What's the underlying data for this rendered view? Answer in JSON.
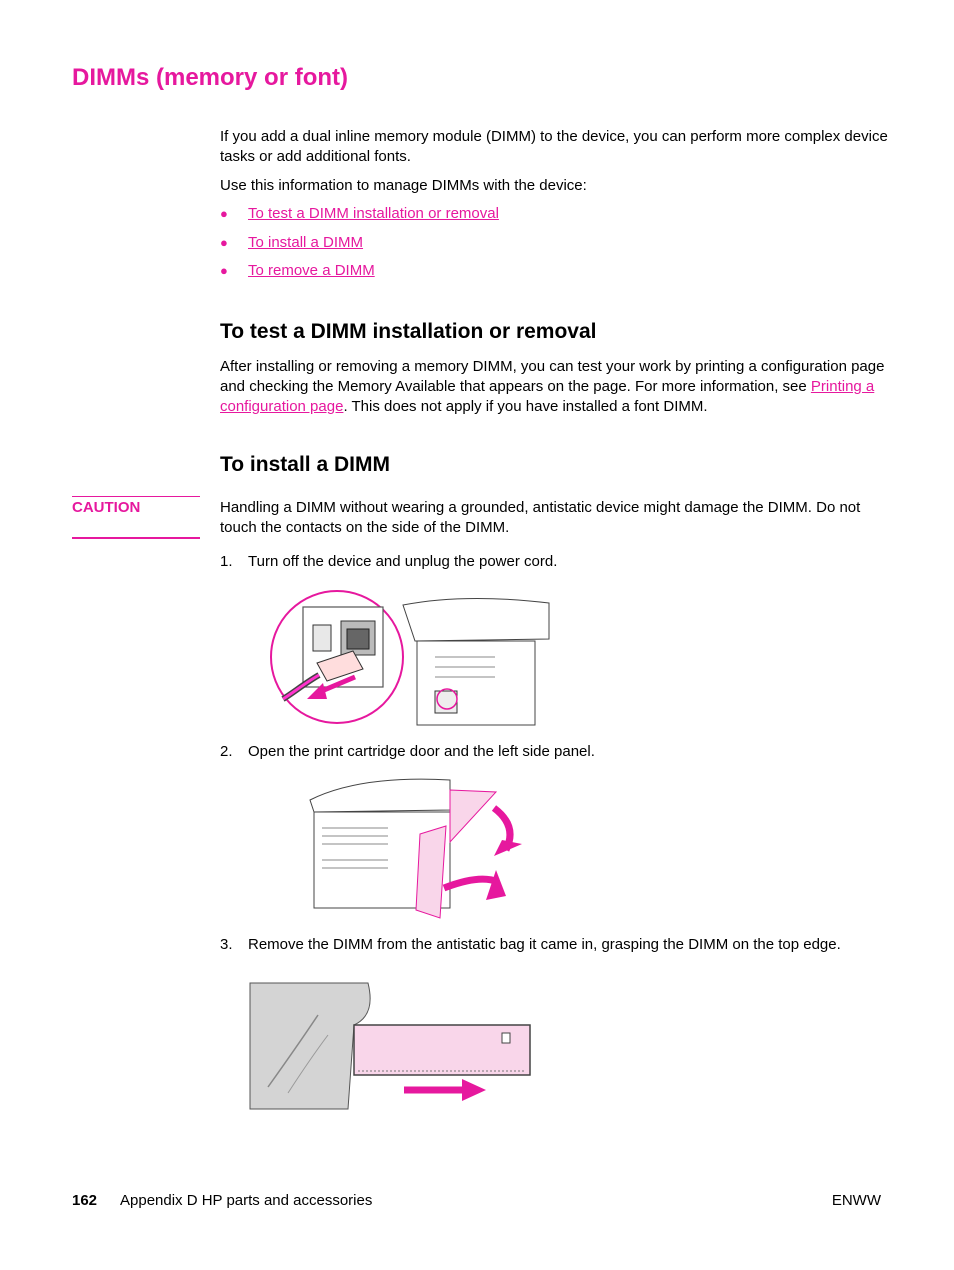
{
  "title": "DIMMs (memory or font)",
  "intro": {
    "p1": "If you add a dual inline memory module (DIMM) to the device, you can perform more complex device tasks or add additional fonts.",
    "p2": "Use this information to manage DIMMs with the device:",
    "bullets": [
      "To test a DIMM installation or removal",
      "To install a DIMM",
      "To remove a DIMM"
    ],
    "bullet_symbol": "●"
  },
  "test_section": {
    "heading": "To test a DIMM installation or removal",
    "text_before": "After installing or removing a memory DIMM, you can test your work by printing a configuration page and checking the Memory Available that appears on the page. For more information, see ",
    "link": "Printing a configuration page",
    "text_after": ". This does not apply if you have installed a font DIMM."
  },
  "install_section": {
    "heading": "To install a DIMM",
    "caution_label": "CAUTION",
    "caution_text": "Handling a DIMM without wearing a grounded, antistatic device might damage the DIMM. Do not touch the contacts on the side of the DIMM.",
    "steps": [
      {
        "num": "1.",
        "text": "Turn off the device and unplug the power cord."
      },
      {
        "num": "2.",
        "text": "Open the print cartridge door and the left side panel."
      },
      {
        "num": "3.",
        "text": "Remove the DIMM from the antistatic bag it came in, grasping the DIMM on the top edge."
      }
    ]
  },
  "footer": {
    "page_number": "162",
    "section": "Appendix D  HP parts and accessories",
    "right": "ENWW"
  },
  "colors": {
    "accent": "#e6189e",
    "dimm_fill": "#f9d6ea",
    "bag_fill": "#d4d4d4"
  }
}
